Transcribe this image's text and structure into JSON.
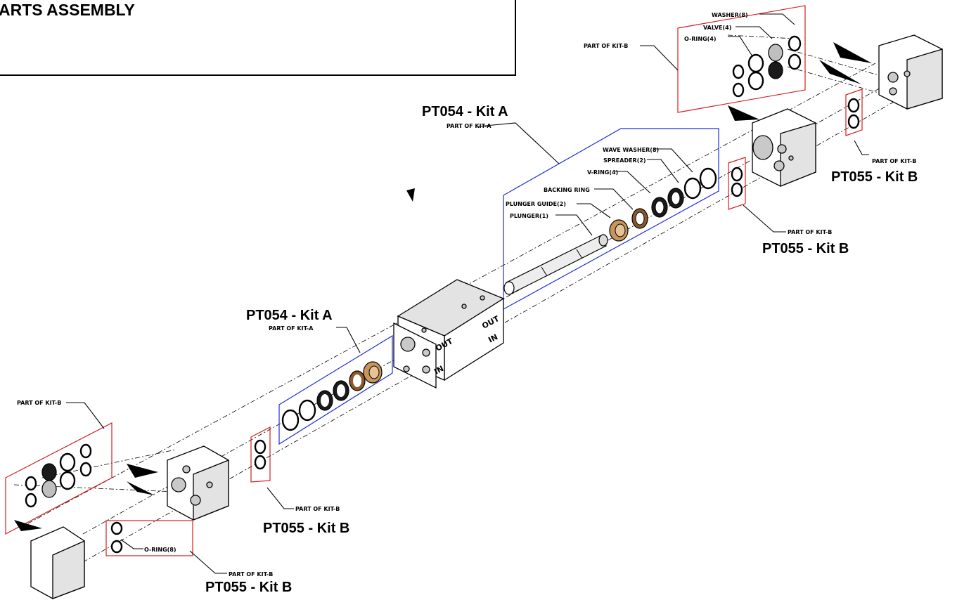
{
  "title": "ARTS ASSEMBLY",
  "kits": {
    "kit_a_upper": "PT054 - Kit A",
    "kit_a_lower": "PT054 - Kit A",
    "kit_b_right_upper": "PT055 - Kit B",
    "kit_b_right_lower": "PT055 - Kit B",
    "kit_b_left_upper": "PT055 - Kit B",
    "kit_b_left_lower": "PT055 - Kit B"
  },
  "callouts": {
    "part_of_kit_a_upper": "PART OF KIT-A",
    "part_of_kit_a_lower": "PART OF KIT-A",
    "part_of_kit_b_top_box": "PART OF KIT-B",
    "part_of_kit_b_right_small": "PART OF KIT-B",
    "part_of_kit_b_right_mid": "PART OF KIT-B",
    "part_of_kit_b_left_box": "PART OF KIT-B",
    "part_of_kit_b_left_small": "PART OF KIT-B",
    "part_of_kit_b_bottom": "PART OF KIT-B"
  },
  "parts": {
    "washer": "WASHER(8)",
    "valve": "VALVE(4)",
    "o_ring_4": "O-RING(4)",
    "wave_washer": "WAVE WASHER(8)",
    "spreader": "SPREADER(2)",
    "v_ring": "V-RING(4)",
    "backing_ring": "BACKING RING",
    "plunger_guide": "PLUNGER GUIDE(2)",
    "plunger": "PLUNGER(1)",
    "o_ring_8": "O-RING(8)"
  },
  "port_labels": {
    "out_top": "OUT",
    "in_top": "IN",
    "out_front": "OUT",
    "in_front": "IN"
  },
  "colors": {
    "kit_a_box": "#1f2fd6",
    "kit_b_box": "#d61f1f",
    "bronze": "#c8955a",
    "line": "#000000"
  }
}
